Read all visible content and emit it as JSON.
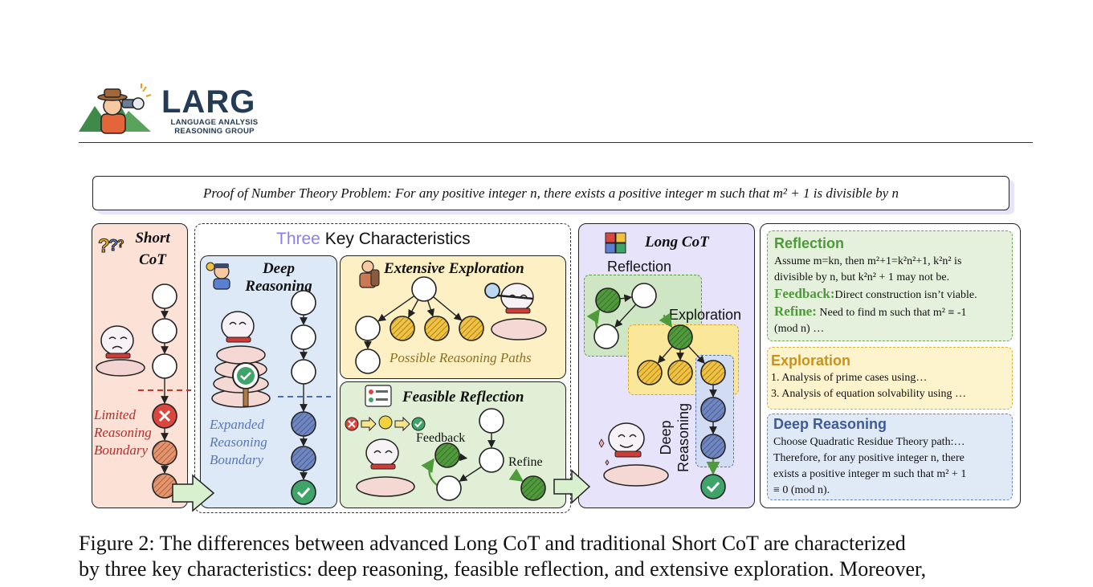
{
  "logo": {
    "name": "LARG",
    "subtitle_line1": "LANGUAGE ANALYSIS",
    "subtitle_line2": "REASONING GROUP"
  },
  "problem": {
    "text": "Proof of Number Theory Problem: For any positive integer n, there exists a positive integer m such that m² + 1 is divisible by n"
  },
  "short_cot": {
    "title_line1": "Short",
    "title_line2": "CoT",
    "boundary_line1": "Limited",
    "boundary_line2": "Reasoning",
    "boundary_line3": "Boundary"
  },
  "key": {
    "title_highlight": "Three",
    "title_rest": " Key Characteristics"
  },
  "deep": {
    "title_line1": "Deep",
    "title_line2": "Reasoning",
    "boundary_line1": "Expanded",
    "boundary_line2": "Reasoning",
    "boundary_line3": "Boundary"
  },
  "exploration": {
    "title": "Extensive Exploration",
    "paths_label": "Possible Reasoning Paths"
  },
  "reflection": {
    "title": "Feasible Reflection",
    "feedback_label": "Feedback",
    "refine_label": "Refine"
  },
  "long_cot": {
    "title": "Long CoT",
    "reflection_label": "Reflection",
    "exploration_label": "Exploration",
    "deep_label_line1": "Deep",
    "deep_label_line2": "Reasoning"
  },
  "examples": {
    "reflection": {
      "title": "Reflection",
      "line1": "Assume m=kn, then m²+1=k²n²+1, k²n² is",
      "line2": "divisible by n, but k²n² + 1 may not be.",
      "feedback_label": "Feedback:",
      "feedback_text": "Direct construction isn’t viable.",
      "refine_label": "Refine:",
      "refine_text": " Need to find m such that m² ≡ -1",
      "line5": "(mod n) …"
    },
    "exploration": {
      "title": "Exploration",
      "line1": "1. Analysis of prime cases using…",
      "line2": "3. Analysis of equation solvability using …"
    },
    "deep": {
      "title": "Deep Reasoning",
      "line1": "Choose Quadratic Residue Theory path:…",
      "line2": "Therefore, for any positive integer n, there",
      "line3": "exists a positive integer m such that m² + 1",
      "line4": "≡ 0 (mod n)."
    }
  },
  "caption": {
    "line1": "Figure 2: The differences between advanced Long CoT and traditional Short CoT are characterized",
    "line2": "by three key characteristics: deep reasoning, feasible reflection, and extensive exploration. Moreover,"
  },
  "colors": {
    "short_bg": "#fbe1d6",
    "deep_bg": "#dde9f7",
    "explore_bg": "#fdf0c4",
    "reflect_bg": "#e1efd7",
    "long_bg": "#e6e3fb",
    "node_orange": "#e8936a",
    "node_yellow": "#f2c23e",
    "node_blue": "#6f86c4",
    "node_green": "#4f9a3a",
    "check_green": "#3fa46a",
    "x_red": "#d9473f",
    "reflect_title": "#4e9a3a",
    "explore_title": "#c7931a",
    "deep_title": "#3e5b94"
  }
}
